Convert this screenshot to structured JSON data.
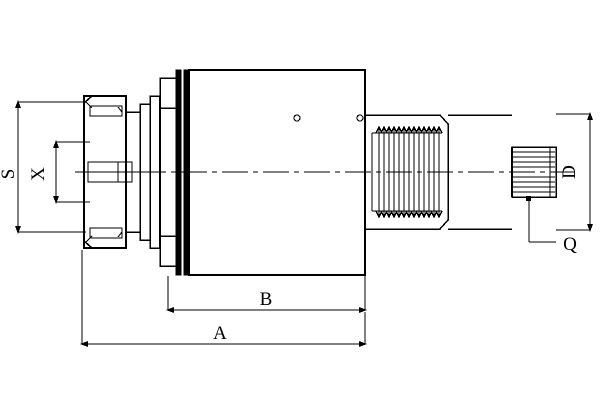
{
  "drawing": {
    "title": "Collet Chuck Spindle Assembly Technical Drawing",
    "type": "engineering-section-view",
    "background_color": "#ffffff",
    "line_color": "#000000",
    "dimension_labels": [
      {
        "id": "S",
        "text": "S",
        "orientation": "vertical",
        "position": "far-left",
        "measures": "collet-nut-outer-diameter"
      },
      {
        "id": "X",
        "text": "X",
        "orientation": "vertical",
        "position": "left-inner",
        "measures": "collet-bore-diameter"
      },
      {
        "id": "B",
        "text": "B",
        "orientation": "horizontal",
        "position": "bottom-inner",
        "measures": "body-length"
      },
      {
        "id": "A",
        "text": "A",
        "orientation": "horizontal",
        "position": "bottom-outer",
        "measures": "overall-length"
      },
      {
        "id": "D",
        "text": "D",
        "orientation": "vertical",
        "position": "far-right",
        "measures": "shaft-flange-diameter"
      },
      {
        "id": "Q",
        "text": "Q",
        "orientation": "horizontal",
        "position": "right-leader",
        "measures": "splined-end-callout"
      }
    ],
    "components": [
      {
        "name": "collet-nut",
        "location": "left"
      },
      {
        "name": "flange-collars",
        "location": "left-center"
      },
      {
        "name": "main-body",
        "location": "center"
      },
      {
        "name": "threaded-shaft",
        "location": "right-center"
      },
      {
        "name": "splined-end",
        "location": "right"
      }
    ],
    "features": {
      "centerline_style": "dash-dot",
      "thread_teeth_count": 13,
      "spline_stripe_count": 9,
      "body_hole_count": 2
    }
  }
}
